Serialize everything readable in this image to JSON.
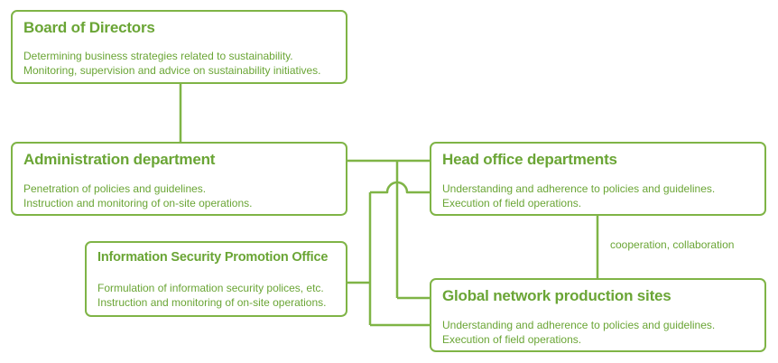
{
  "board": {
    "title": "Board of Directors",
    "lines": [
      "Determining business strategies related to sustainability.",
      "Monitoring, supervision and advice on sustainability initiatives."
    ]
  },
  "admin": {
    "title": "Administration department",
    "lines": [
      "Penetration of policies and guidelines.",
      "Instruction and monitoring of on-site operations."
    ]
  },
  "head_office": {
    "title": "Head office departments",
    "lines": [
      "Understanding and adherence to policies and guidelines.",
      "Execution of field operations."
    ]
  },
  "info_security": {
    "title": "Information Security Promotion Office",
    "lines": [
      "Formulation of information security polices, etc.",
      "Instruction and monitoring of on-site operations."
    ]
  },
  "global_sites": {
    "title": "Global network production sites",
    "lines": [
      "Understanding and adherence to policies and guidelines.",
      "Execution of field operations."
    ]
  },
  "cooperation_label": "cooperation, collaboration",
  "colors": {
    "accent": "#7fb446",
    "text": "#6aa535"
  }
}
